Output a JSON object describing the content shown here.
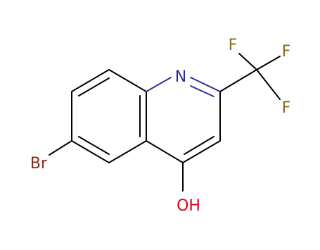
{
  "molecule": {
    "atoms": {
      "nitrogen": "N",
      "bromine": "Br",
      "hydroxyl": "OH",
      "fluorine_top": "F",
      "fluorine_right": "F",
      "fluorine_bottom": "F"
    },
    "colors": {
      "bond": "#000000",
      "nitrogen": "#2d2d9a",
      "nitrogen_bond": "#2e3192",
      "bromine": "#8b2a1e",
      "oxygen": "#e0001a",
      "fluorine": "#8a6a1e"
    }
  }
}
